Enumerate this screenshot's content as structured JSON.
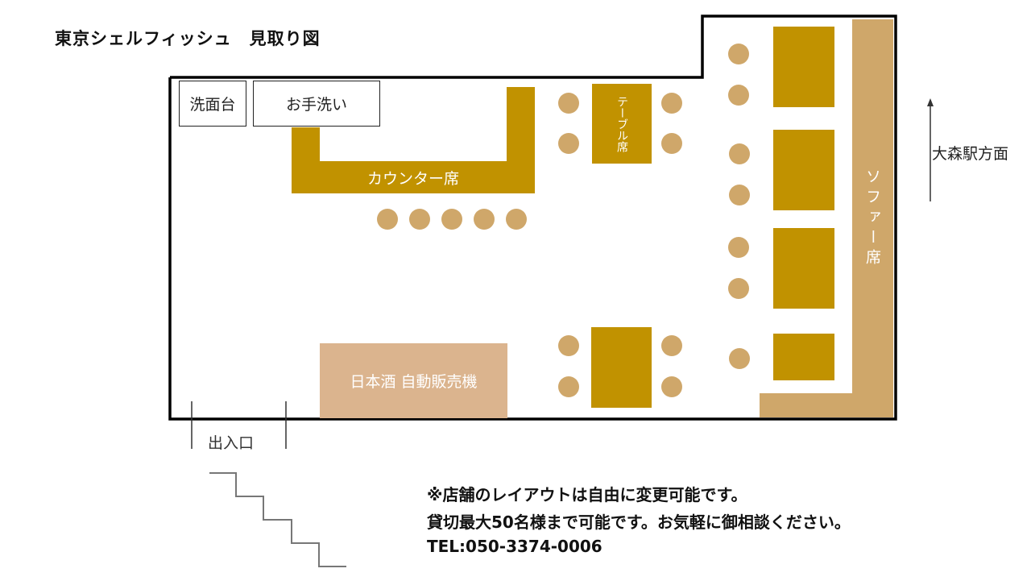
{
  "title": "東京シェルフィッシュ　見取り図",
  "rooms": {
    "washbasin": "洗面台",
    "restroom": "お手洗い"
  },
  "counter_label": "カウンター席",
  "table_label": "テーブル席",
  "sofa_label": "ソファー席",
  "vending_label": "日本酒 自動販売機",
  "entrance_label": "出入口",
  "direction_label": "大森駅方面",
  "notes": [
    "※店舗のレイアウトは自由に変更可能です。",
    "貸切最大50名様まで可能です。お気軽に御相談ください。",
    "TEL:050-3374-0006"
  ],
  "colors": {
    "counter": "#c19200",
    "seat": "#cfa76a",
    "vending": "#dbb48e",
    "wall": "#000000"
  }
}
